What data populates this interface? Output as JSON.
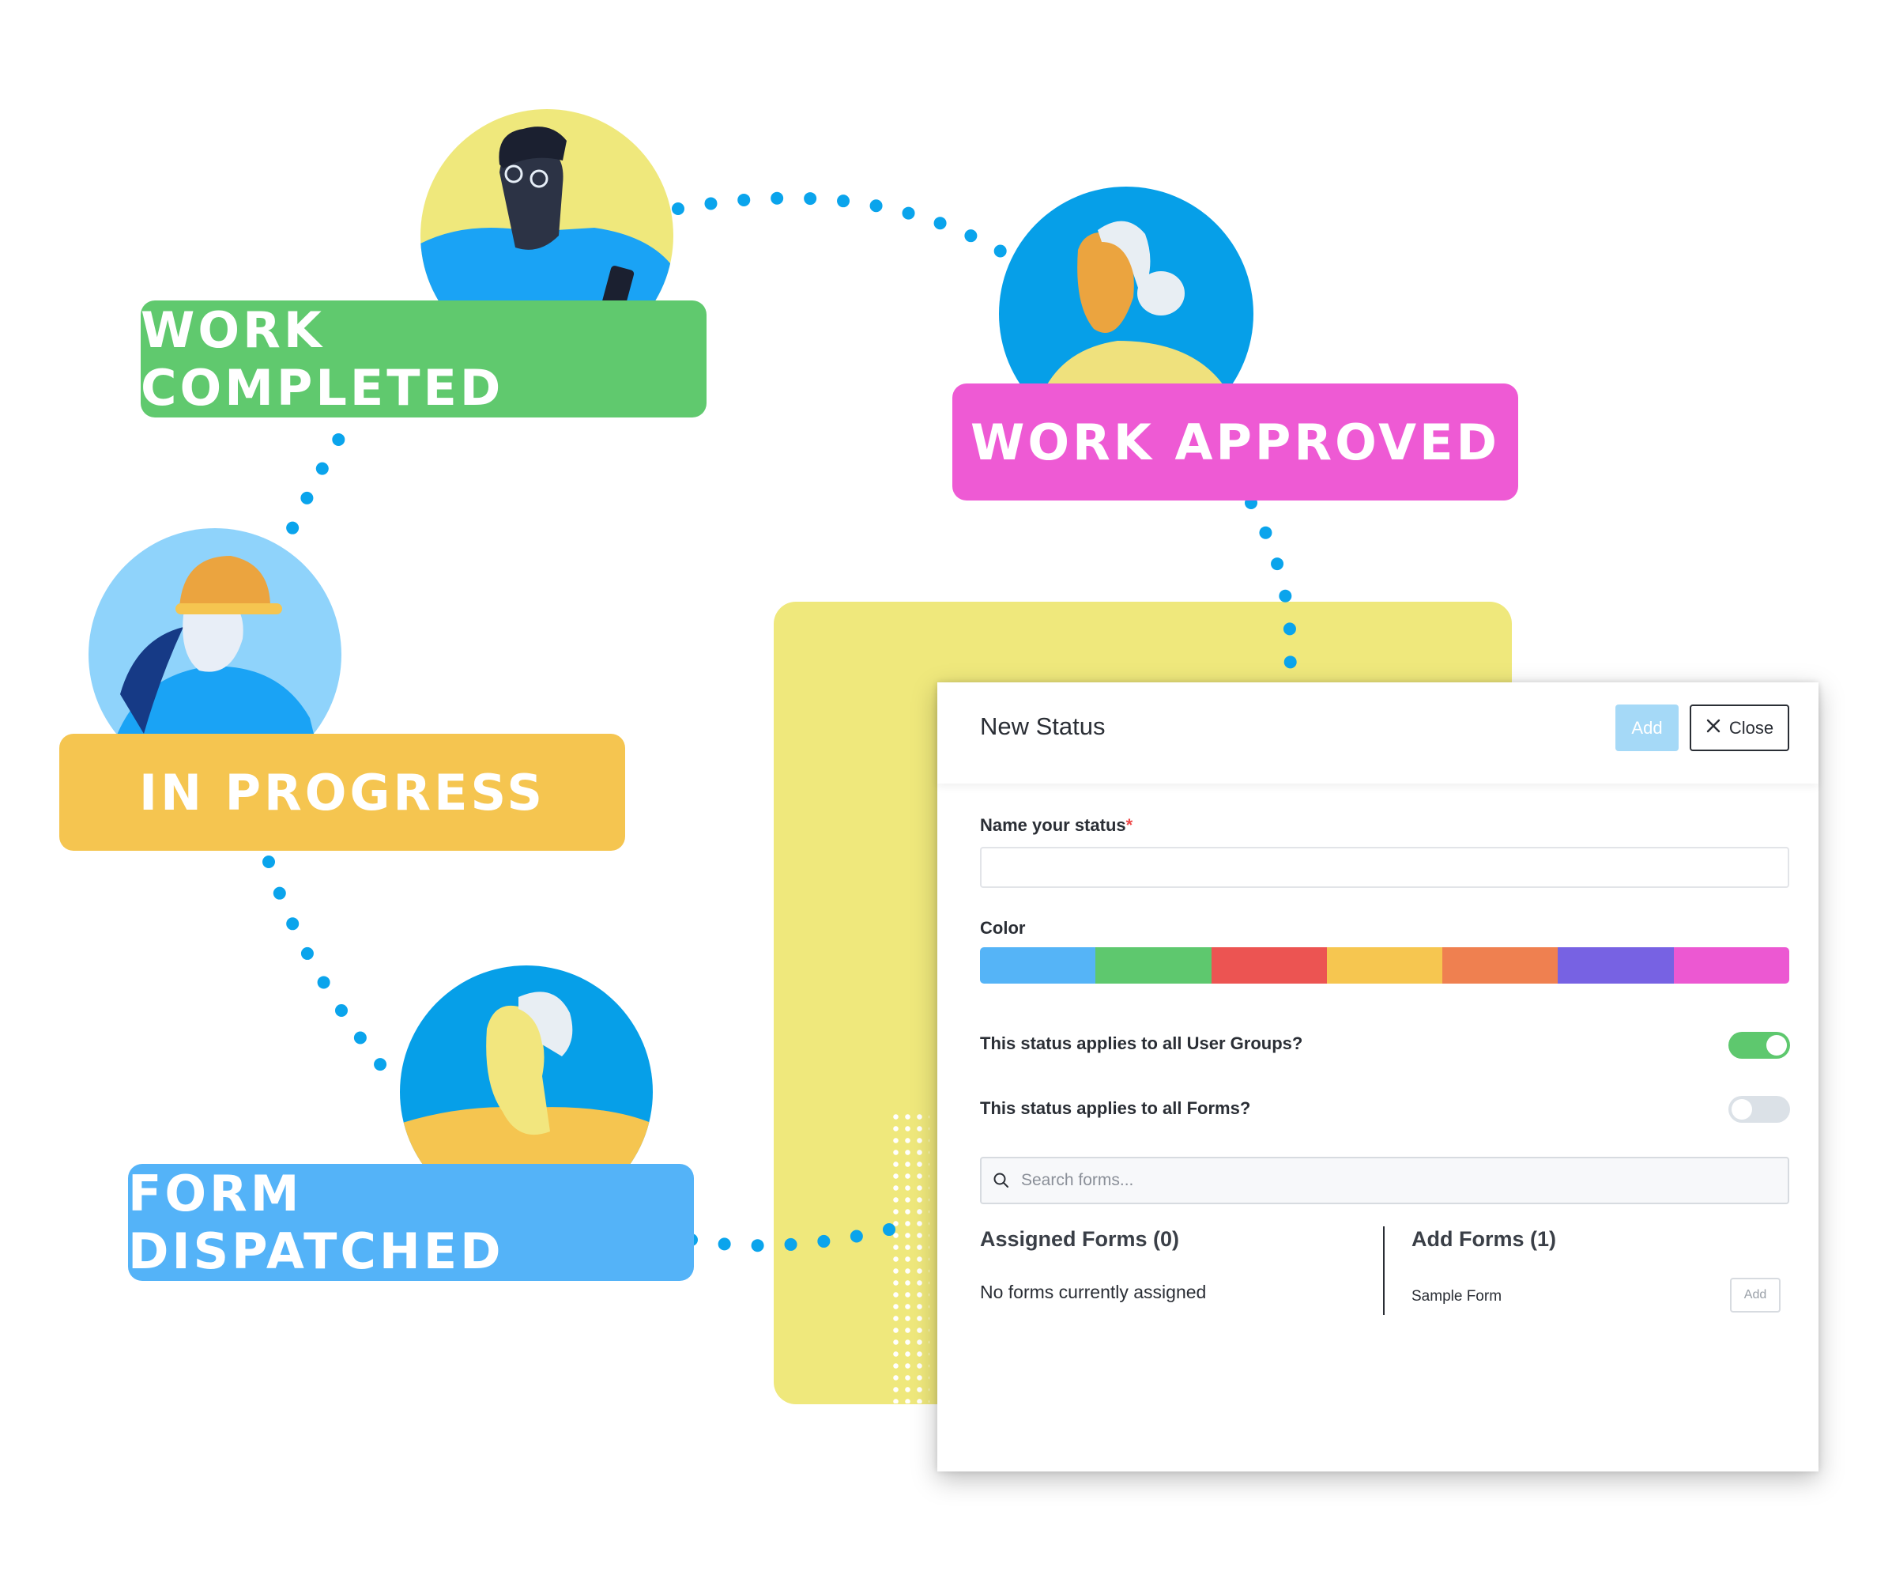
{
  "workflow": {
    "stages": [
      {
        "label": "WORK COMPLETED",
        "color": "#60c96e"
      },
      {
        "label": "WORK APPROVED",
        "color": "#ee5ad4"
      },
      {
        "label": "IN PROGRESS",
        "color": "#f5c550"
      },
      {
        "label": "FORM DISPATCHED",
        "color": "#54b3f8"
      }
    ],
    "connector_color": "#0aa4ec"
  },
  "modal": {
    "title": "New Status",
    "add_label": "Add",
    "close_label": "Close",
    "name_label": "Name your status",
    "required_mark": "*",
    "name_value": "",
    "color_label": "Color",
    "colors": [
      "#55b4f7",
      "#5ec86e",
      "#ec5452",
      "#f6c650",
      "#ef8050",
      "#7762e3",
      "#ec58d2"
    ],
    "toggle_user_groups_label": "This status applies to all User Groups?",
    "toggle_user_groups_on": true,
    "toggle_forms_label": "This status applies to all Forms?",
    "toggle_forms_on": false,
    "search_placeholder": "Search forms...",
    "assigned_heading": "Assigned Forms (0)",
    "assigned_empty": "No forms currently assigned",
    "add_heading": "Add Forms (1)",
    "available_forms": [
      {
        "name": "Sample Form",
        "button": "Add"
      }
    ]
  }
}
